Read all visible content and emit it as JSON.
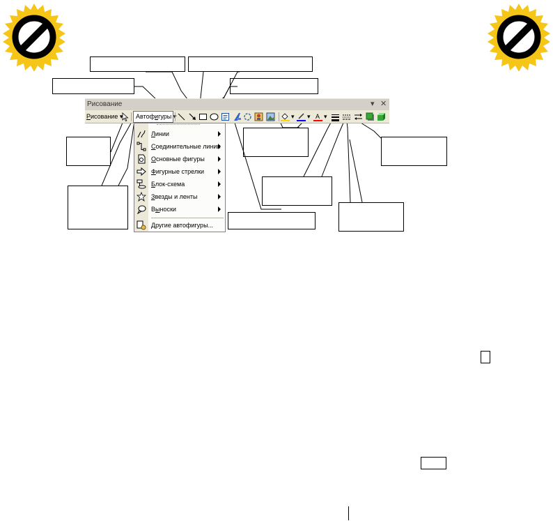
{
  "toolbar": {
    "title": "Рисование",
    "drawing_menu_label": "Рисование",
    "drawing_menu_underline": "Р",
    "drawing_menu_rest": "исование",
    "autoshapes_prefix": "Автоф",
    "autoshapes_underline": "и",
    "autoshapes_rest": "гуры",
    "dropdown_arrow": "▾",
    "close_glyph": "✕",
    "icons": [
      "select-objects-icon",
      "line-icon",
      "arrow-icon",
      "rectangle-icon",
      "oval-icon",
      "text-box-icon",
      "wordart-icon",
      "diagram-icon",
      "clip-art-icon",
      "picture-icon",
      "fill-color-icon",
      "line-color-icon",
      "font-color-icon",
      "line-style-icon",
      "dash-style-icon",
      "arrow-style-icon",
      "shadow-icon",
      "3d-icon"
    ],
    "colors": {
      "fill": "#ffd700",
      "line": "#0000ff",
      "font": "#ff0000"
    }
  },
  "autoshapes_menu": {
    "items": [
      {
        "underline": "Л",
        "rest": "инии",
        "submenu": true
      },
      {
        "underline": "С",
        "rest": "оединительные линии",
        "submenu": true
      },
      {
        "underline": "О",
        "rest": "сновные фигуры",
        "submenu": true
      },
      {
        "underline": "Ф",
        "rest": "игурные стрелки",
        "submenu": true
      },
      {
        "underline": "Б",
        "rest": "лок-схема",
        "submenu": true
      },
      {
        "underline": "З",
        "rest": "везды и ленты",
        "submenu": true
      },
      {
        "prefix": "В",
        "underline": "ы",
        "rest": "носки",
        "submenu": true
      },
      {
        "underline": "Д",
        "rest": "ругие автофигуры...",
        "submenu": false
      }
    ]
  },
  "badges": {
    "fill": "#f5c518",
    "mark_color": "#000000"
  }
}
